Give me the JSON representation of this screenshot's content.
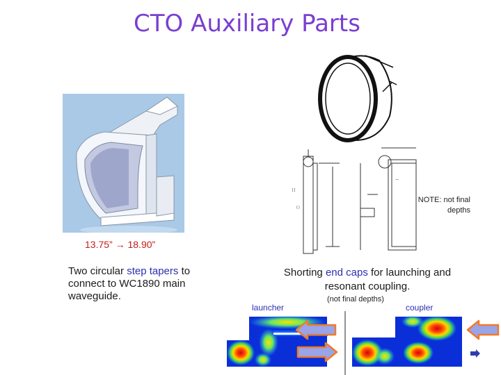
{
  "title": "CTO Auxiliary Parts",
  "dimensions": "13.75” → 18.90”",
  "left_text": {
    "part1": "Two circular ",
    "highlight": "step tapers",
    "part2": " to connect to WC1890 main waveguide."
  },
  "right_text": {
    "part1": "Shorting ",
    "highlight": "end caps",
    "part2": " for launching and resonant coupling."
  },
  "note": "NOTE: not final depths",
  "not_final": "(not final depths)",
  "labels": {
    "launcher": "launcher",
    "coupler": "coupler"
  },
  "colors": {
    "title": "#7a3fd0",
    "accent": "#2b2fb0",
    "dimension": "#c0201a",
    "arrow_fill": "#9aa4e8",
    "arrow_stroke": "#f07a2a"
  }
}
